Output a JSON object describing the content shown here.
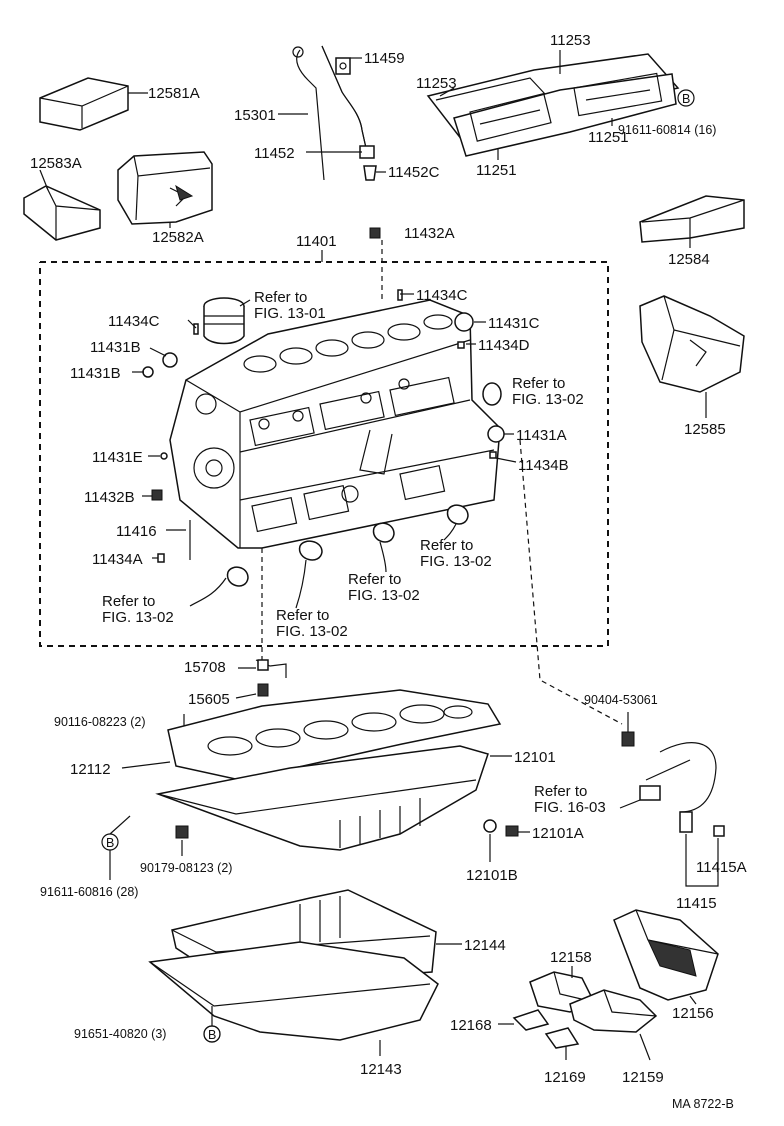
{
  "labels": {
    "p12581A": "12581A",
    "p12583A": "12583A",
    "p12582A": "12582A",
    "p11459": "11459",
    "p15301": "15301",
    "p11452": "11452",
    "p11452C": "11452C",
    "p11253a": "11253",
    "p11253b": "11253",
    "p11251a": "11251",
    "p11251b": "11251",
    "p91611_60814": "91611-60814 (16)",
    "p12584": "12584",
    "p12585": "12585",
    "p11401": "11401",
    "p11432A": "11432A",
    "p11434C_r": "11434C",
    "p11434C_l": "11434C",
    "p11431C": "11431C",
    "p11434D": "11434D",
    "p11431B_1": "11431B",
    "p11431B_2": "11431B",
    "p11431A": "11431A",
    "p11434B": "11434B",
    "p11431E": "11431E",
    "p11432B": "11432B",
    "p11416": "11416",
    "p11434A": "11434A",
    "p15708": "15708",
    "p15605": "15605",
    "p90116": "90116-08223 (2)",
    "p12112": "12112",
    "p12101": "12101",
    "p90404": "90404-53061",
    "p12101A": "12101A",
    "p12101B": "12101B",
    "p90179": "90179-08123 (2)",
    "p91611_60816": "91611-60816 (28)",
    "p11415A": "11415A",
    "p11415": "11415",
    "p12144": "12144",
    "p12158": "12158",
    "p12156": "12156",
    "p12168": "12168",
    "p12143": "12143",
    "p12169": "12169",
    "p12159": "12159",
    "p91651": "91651-40820 (3)",
    "ref_to": "Refer to",
    "fig_13_01": "FIG. 13-01",
    "fig_13_02": "FIG. 13-02",
    "fig_16_03": "FIG. 16-03",
    "code": "MA  8722-B",
    "circle_b": "B"
  }
}
